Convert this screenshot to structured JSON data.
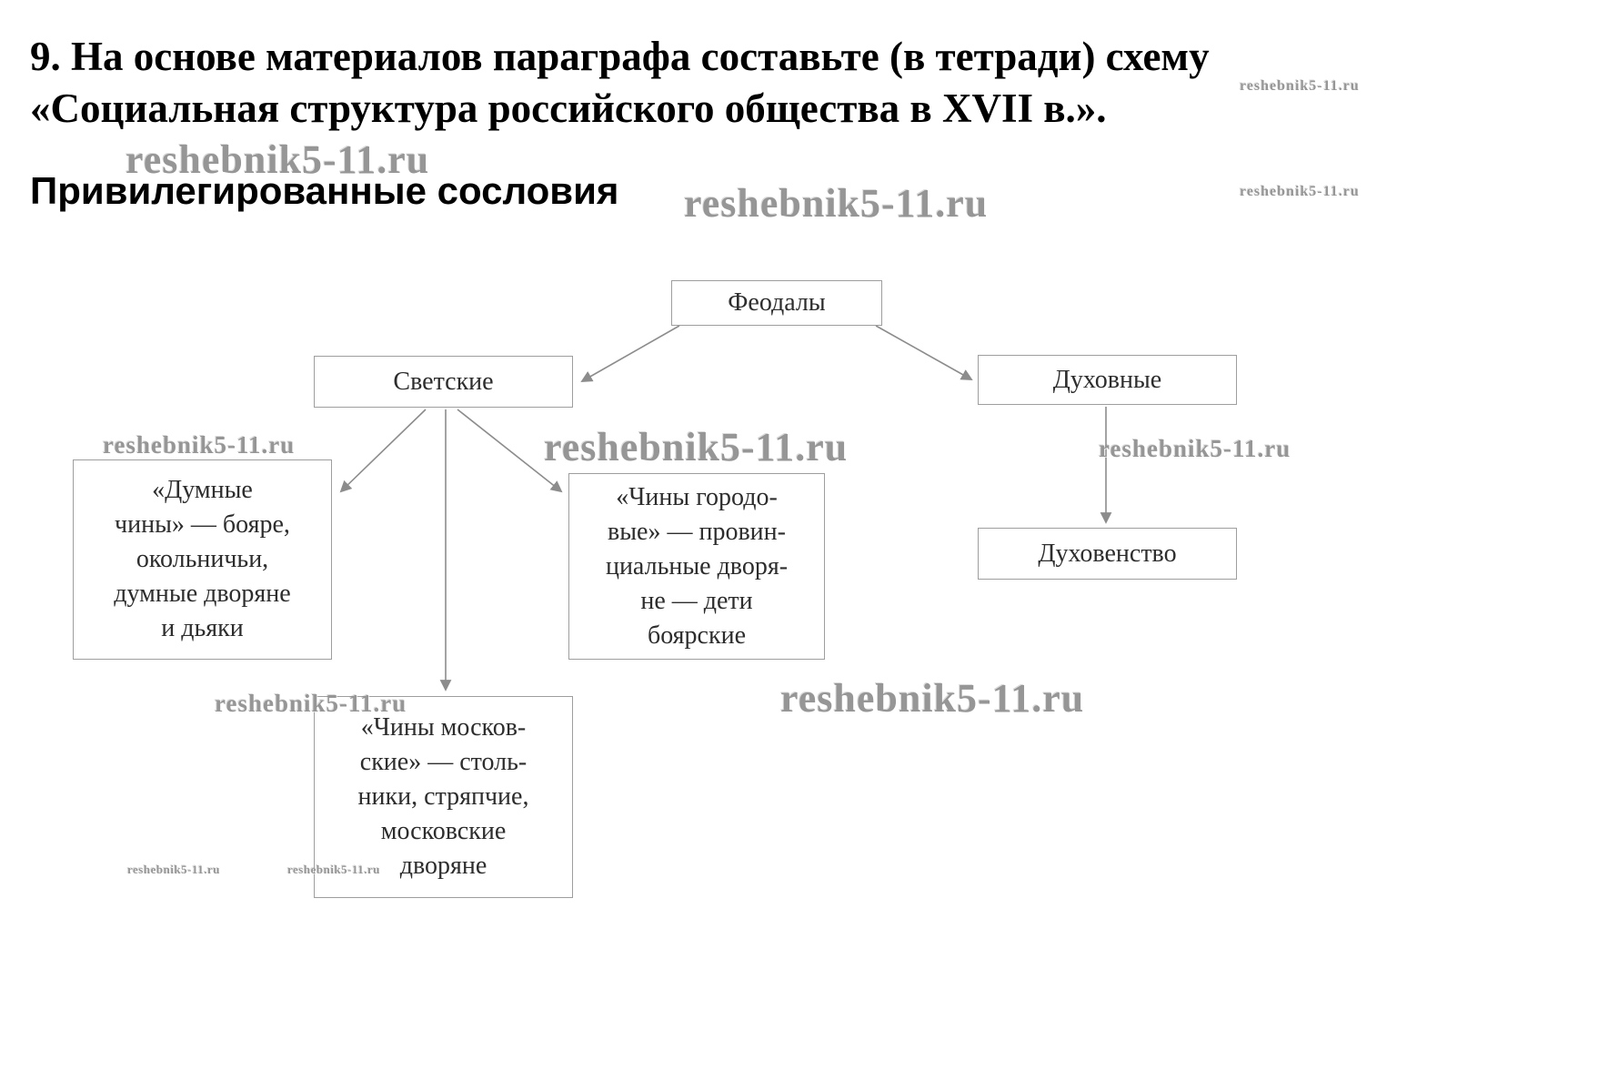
{
  "page": {
    "title_line1": "9. На основе материалов параграфа составьте (в тетради) схему",
    "title_line2": "«Социальная структура российского общества в XVII в.».",
    "subtitle": "Привилегированные сословия"
  },
  "watermark": "reshebnik5-11.ru",
  "diagram": {
    "nodes": {
      "feodaly": "Феодалы",
      "svetskie": "Светские",
      "dukhovnye": "Духовные",
      "dumnye_chiny": "«Думные\nчины» — бояре,\nокольничьи,\nдумные дворяне\nи дьяки",
      "chiny_gorodovye": "«Чины городо-\nвые» — провин-\nциальные дворя-\nне — дети\nбоярские",
      "dukhovenstvo": "Духовенство",
      "chiny_moskovskie": "«Чины москов-\nские» — столь-\nники, стряпчие,\nмосковские\nдворяне"
    }
  }
}
